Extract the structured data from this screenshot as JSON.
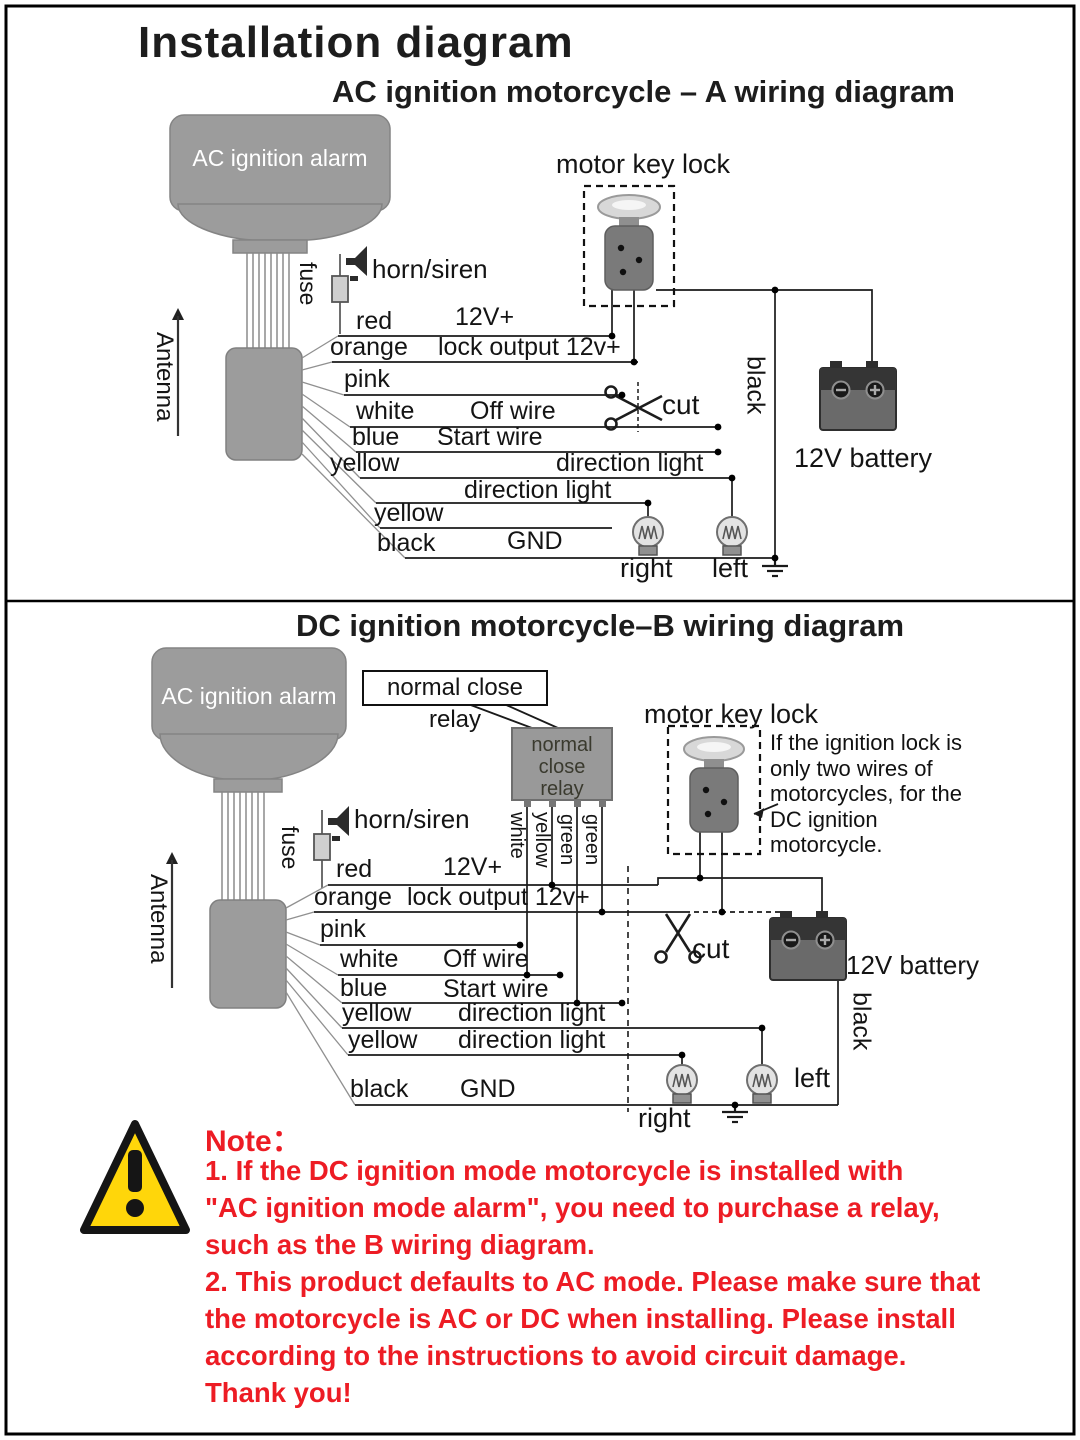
{
  "page": {
    "title": "Installation diagram"
  },
  "colors": {
    "note_red": "#ed1c24",
    "unit_gray": "#9c9c9c",
    "warning_yellow": "#ffd60a"
  },
  "section_a": {
    "title": "AC ignition motorcycle – A wiring diagram",
    "alarm_label": "AC ignition alarm",
    "antenna_label": "Antenna",
    "fuse_label": "fuse",
    "horn_label": "horn/siren",
    "key_lock_label": "motor key lock",
    "cut_label": "cut",
    "battery_label": "12V battery",
    "black_wire_label": "black",
    "right_label": "right",
    "left_label": "left",
    "wires": [
      {
        "color": "red",
        "desc": "12V+"
      },
      {
        "color": "orange",
        "desc": "lock output 12v+"
      },
      {
        "color": "pink",
        "desc": ""
      },
      {
        "color": "white",
        "desc": "Off wire"
      },
      {
        "color": "blue",
        "desc": "Start wire"
      },
      {
        "color": "yellow",
        "desc": "direction light"
      },
      {
        "color": "",
        "desc": "direction light"
      },
      {
        "color": "yellow",
        "desc": ""
      },
      {
        "color": "black",
        "desc": "GND"
      }
    ]
  },
  "section_b": {
    "title": "DC ignition motorcycle–B wiring diagram",
    "alarm_label": "AC ignition alarm",
    "relay_callout": "normal close relay",
    "relay_box_lines": [
      "normal",
      "close",
      "relay"
    ],
    "relay_wire_labels": [
      "white",
      "yellow",
      "green",
      "green"
    ],
    "key_lock_label": "motor key lock",
    "key_note": "If the ignition lock is only two wires of motorcycles, for the DC ignition motorcycle.",
    "antenna_label": "Antenna",
    "fuse_label": "fuse",
    "horn_label": "horn/siren",
    "cut_label": "cut",
    "battery_label": "12V battery",
    "black_wire_label": "black",
    "right_label": "right",
    "left_label": "left",
    "wires": [
      {
        "color": "red",
        "desc": "12V+"
      },
      {
        "color": "orange",
        "desc": "lock output 12v+"
      },
      {
        "color": "pink",
        "desc": ""
      },
      {
        "color": "white",
        "desc": "Off wire"
      },
      {
        "color": "blue",
        "desc": "Start wire"
      },
      {
        "color": "yellow",
        "desc": "direction light"
      },
      {
        "color": "yellow",
        "desc": "direction light"
      },
      {
        "color": "black",
        "desc": "GND"
      }
    ]
  },
  "note": {
    "heading": "Note：",
    "lines": [
      "1. If the DC ignition mode motorcycle is installed with",
      "\"AC ignition mode alarm\", you need to purchase a relay,",
      "such as the B wiring diagram.",
      "2. This product defaults to AC mode. Please make sure that",
      " the motorcycle is AC or DC when installing. Please install",
      "according to the instructions to avoid circuit damage.",
      "Thank you!"
    ]
  }
}
